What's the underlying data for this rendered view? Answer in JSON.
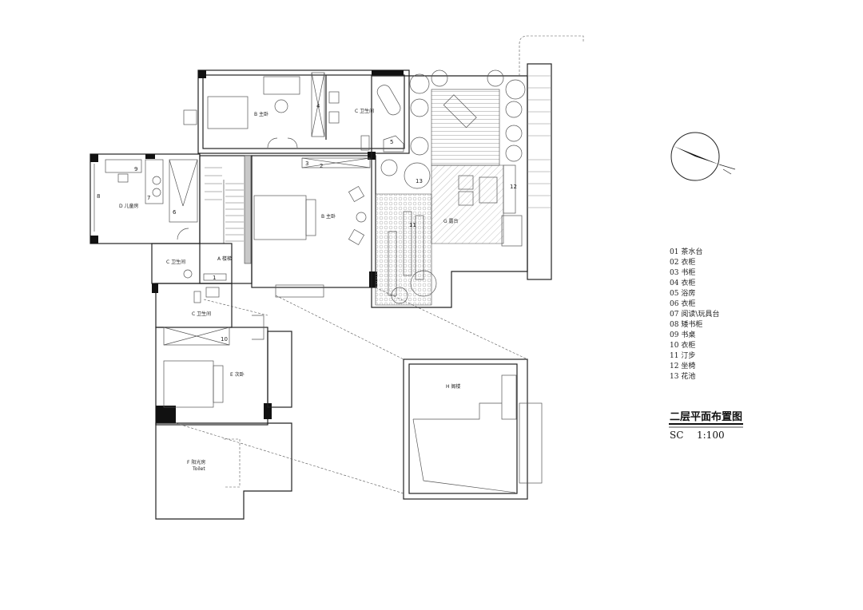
{
  "rooms": {
    "stair": "A 楼梯",
    "master_upper": "B 主卧",
    "master_lower": "B 主卧",
    "bath_master": "C 卫生间",
    "bath_small": "C 卫生间",
    "bath_lower": "C 卫生间",
    "kids": "D 儿童房",
    "second": "E 次卧",
    "sunroom": "F 阳光房",
    "sunroom_sub": "Toilet",
    "terrace": "G 露台",
    "attic": "H 阁楼"
  },
  "markers": [
    "1",
    "2",
    "3",
    "4",
    "5",
    "6",
    "7",
    "8",
    "9",
    "10",
    "11",
    "12",
    "13"
  ],
  "legend": [
    "01 茶水台",
    "02 衣柜",
    "03 书柜",
    "04 衣柜",
    "05 浴房",
    "06 衣柜",
    "07 阅读\\玩具台",
    "08 矮书柜",
    "09 书桌",
    "10 衣柜",
    "11 汀步",
    "12 坐椅",
    "13 花池"
  ],
  "title": "二层平面布置图",
  "scale_code": "SC",
  "scale": "1:100"
}
